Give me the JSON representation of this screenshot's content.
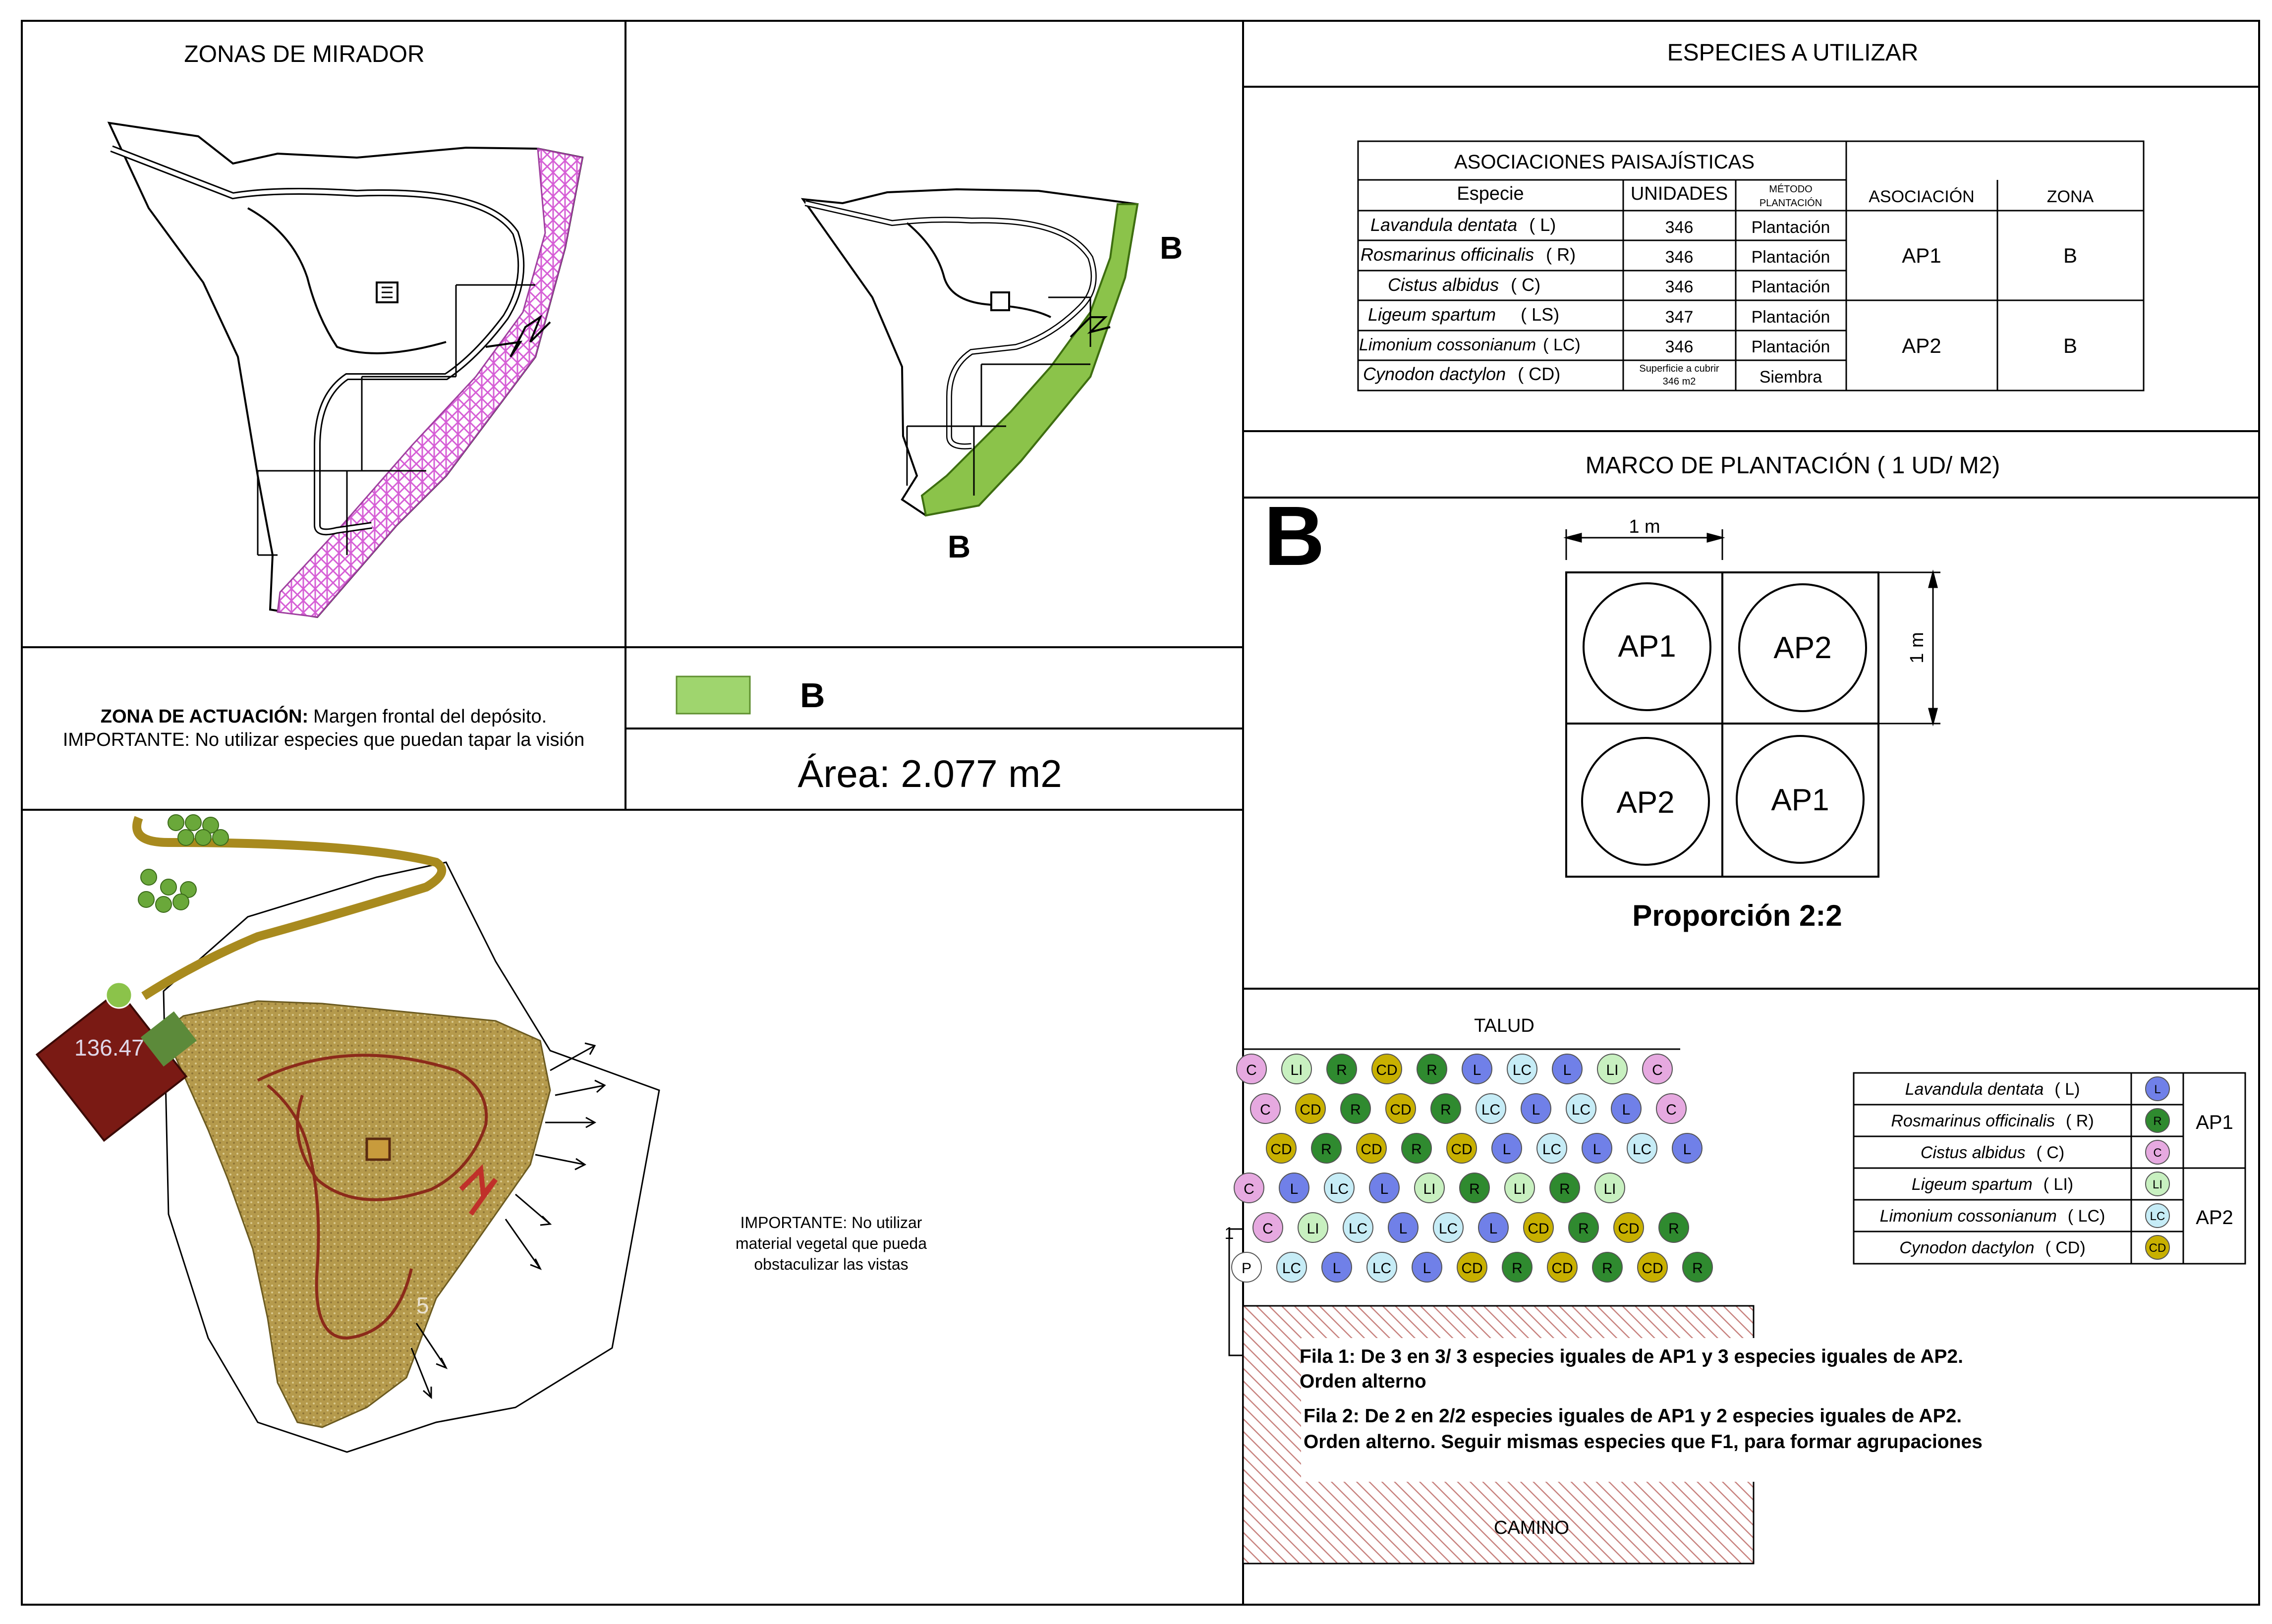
{
  "panels": {
    "mirador_title": "ZONAS DE MIRADOR",
    "especies_title": "ESPECIES A UTILIZAR",
    "marco_title": "MARCO DE PLANTACIÓN  ( 1 UD/ M2)",
    "zona_actuacion_label": "ZONA DE ACTUACIÓN:",
    "zona_actuacion_text": "Margen frontal del depósito.",
    "importante_line": "IMPORTANTE:  No utilizar especies que puedan tapar la visión",
    "legend_zone": "B",
    "area_text": "Área: 2.077 m2",
    "importante_map": [
      "IMPORTANTE:  No  utilizar",
      "material vegetal que pueda",
      "obstaculizar las vistas"
    ]
  },
  "map_labels": {
    "zone_top": "B",
    "zone_bottom": "B"
  },
  "species_table": {
    "header_main": "ASOCIACIONES PAISAJÍSTICAS",
    "col_especie": "Especie",
    "col_unidades": "UNIDADES",
    "col_metodo": [
      "MÉTODO",
      "PLANTACIÓN"
    ],
    "col_asociacion": "ASOCIACIÓN",
    "col_zona": "ZONA",
    "rows": [
      {
        "especie": "Lavandula dentata",
        "code": "( L)",
        "unidades": "346",
        "metodo": "Plantación"
      },
      {
        "especie": "Rosmarinus officinalis",
        "code": "( R)",
        "unidades": "346",
        "metodo": "Plantación"
      },
      {
        "especie": "Cistus albidus",
        "code": "( C)",
        "unidades": "346",
        "metodo": "Plantación"
      },
      {
        "especie": "Ligeum spartum",
        "code": "( LS)",
        "unidades": "347",
        "metodo": "Plantación"
      },
      {
        "especie": "Limonium cossonianum",
        "code": "( LC)",
        "unidades": "346",
        "metodo": "Plantación"
      },
      {
        "especie": "Cynodon dactylon",
        "code": "( CD)",
        "unidades": [
          "Superficie a cubrir",
          "346 m2"
        ],
        "metodo": "Siembra"
      }
    ],
    "groups": [
      {
        "asociacion": "AP1",
        "zona": "B"
      },
      {
        "asociacion": "AP2",
        "zona": "B"
      }
    ]
  },
  "marco": {
    "zone_letter": "B",
    "dim_h": "1  m",
    "dim_v": "1  m",
    "cells": [
      "AP1",
      "AP2",
      "AP2",
      "AP1"
    ],
    "proporcion": "Proporción 2:2"
  },
  "scheme": {
    "talud": "TALUD",
    "camino": "CAMINO",
    "colors": {
      "L": "#7080e8",
      "R": "#2f8a2f",
      "C": "#e6a9e0",
      "LI": "#c8f0c0",
      "LC": "#c6ecf6",
      "CD": "#c8b000"
    },
    "rows": [
      [
        "C",
        "LI",
        "R",
        "CD",
        "R",
        "L",
        "LC",
        "L",
        "LI",
        "C"
      ],
      [
        "C",
        "CD",
        "R",
        "CD",
        "R",
        "LC",
        "L",
        "LC",
        "L",
        "C"
      ],
      [
        "CD",
        "R",
        "CD",
        "R",
        "CD",
        "L",
        "LC",
        "L",
        "LC",
        "L"
      ],
      [
        "C",
        "L",
        "LC",
        "L",
        "LI",
        "R",
        "LI",
        "R",
        "LI"
      ],
      [
        "C",
        "LI",
        "LC",
        "L",
        "LC",
        "L",
        "CD",
        "R",
        "CD",
        "R"
      ],
      [
        "P",
        "LC",
        "L",
        "LC",
        "L",
        "CD",
        "R",
        "CD",
        "R",
        "CD",
        "R"
      ]
    ],
    "row_marker": "1",
    "fila1": [
      "Fila 1: De 3 en 3/ 3 especies iguales de AP1 y 3 especies iguales de AP2.",
      "Orden alterno"
    ],
    "fila2": [
      "Fila 2: De 2 en 2/2 especies iguales de AP1 y 2 especies iguales de AP2.",
      "Orden alterno. Seguir mismas especies que F1, para formar agrupaciones"
    ]
  },
  "legend": {
    "items": [
      {
        "especie": "Lavandula dentata",
        "code": "( L)",
        "mark": "L",
        "color": "#7080e8"
      },
      {
        "especie": "Rosmarinus officinalis",
        "code": "( R)",
        "mark": "R",
        "color": "#2f8a2f"
      },
      {
        "especie": "Cistus albidus",
        "code": "( C)",
        "mark": "C",
        "color": "#e6a9e0"
      },
      {
        "especie": "Ligeum spartum",
        "code": "( LI)",
        "mark": "LI",
        "color": "#c8f0c0"
      },
      {
        "especie": "Limonium cossonianum",
        "code": "( LC)",
        "mark": "LC",
        "color": "#c6ecf6"
      },
      {
        "especie": "Cynodon dactylon",
        "code": "( CD)",
        "mark": "CD",
        "color": "#c8b000"
      }
    ],
    "groups": [
      "AP1",
      "AP2"
    ]
  },
  "site_map_labels": [
    "136.47",
    "5"
  ]
}
